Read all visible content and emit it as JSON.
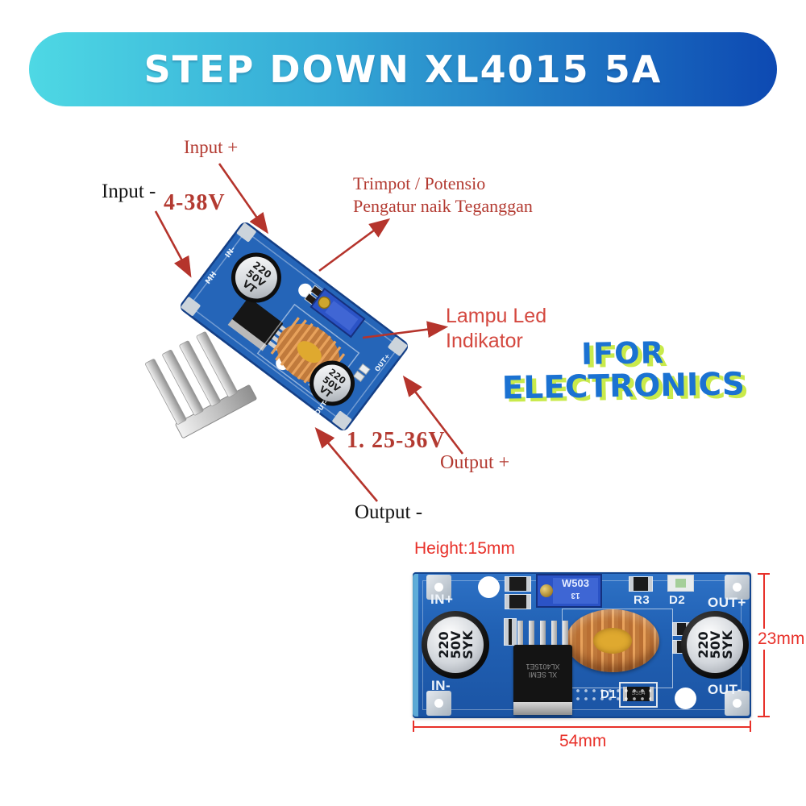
{
  "banner": {
    "title": "STEP DOWN XL4015 5A",
    "gradient_start": "#4ed8e4",
    "gradient_end": "#0d49b2",
    "text_color": "#ffffff"
  },
  "annotations": {
    "input_plus": "Input +",
    "input_minus": "Input -",
    "input_voltage_range": "4-38V",
    "trimpot_label_line1": "Trimpot / Potensio",
    "trimpot_label_line2": "Pengatur naik Teganggan",
    "led_label_line1": "Lampu Led",
    "led_label_line2": "Indikator",
    "output_voltage_range": "1. 25-36V",
    "output_plus": "Output +",
    "output_minus": "Output -",
    "red_color": "#b33a31",
    "bright_red_color": "#e8312a",
    "black_color": "#141414"
  },
  "logo": {
    "line1": "IFOR",
    "line2": "ELECTRONICS",
    "text_color": "#1b72d2",
    "shadow_color": "#c9ea4b"
  },
  "size_photo": {
    "height_label": "Height:15mm",
    "width_label": "54mm",
    "depth_label": "23mm",
    "silkscreen": {
      "in_plus": "IN+",
      "in_minus": "IN-",
      "out_plus": "OUT+",
      "out_minus": "OUT-",
      "r3": "R3",
      "d2": "D2",
      "d1": "D1"
    },
    "trimpot_marking": "W503",
    "trimpot_marking2": "13",
    "cap_line1": "220",
    "cap_line2": "50V",
    "cap_line3": "SYK",
    "ic_marking": "XL SEMI XL4015E1",
    "diode_marking": "SS54",
    "pcb_color": "#2161b4"
  },
  "main_photo": {
    "cap_line1": "220",
    "cap_line2": "50V",
    "cap_line3": "VT",
    "silk_mh": "MH",
    "silk_in_minus": "IN-",
    "silk_out_plus": "OUT+",
    "silk_out_minus": "OUT-"
  }
}
